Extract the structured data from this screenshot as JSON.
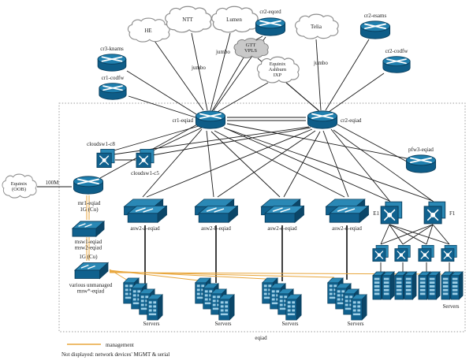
{
  "nodes": {
    "he": "HE",
    "ntt": "NTT",
    "lumen": "Lumen",
    "telia": "Telia",
    "gtt": [
      "GTT",
      "VPLS"
    ],
    "equinix_ixp": [
      "Equinix",
      "Ashburn",
      "IXP"
    ],
    "equinix_oob": [
      "Equinix",
      "(OOB)"
    ],
    "cr2_eqord": "cr2-eqord",
    "cr2_esams": "cr2-esams",
    "cr3_knams": "cr3-knams",
    "cr1_codfw": "cr1-codfw",
    "cr2_codfw": "cr2-codfw",
    "cr1_eqiad": "cr1-eqiad",
    "cr2_eqiad": "cr2-eqiad",
    "cloudsw1_c8": "cloudsw1-c8",
    "cloudsw1_c5": "cloudsw1-c5",
    "pfw3_eqiad": "pfw3-eqiad",
    "mr1_eqiad": [
      "mr1-eqiad",
      "1G (Cu)"
    ],
    "msw": [
      "msw1-eqiad",
      "msw2-eqiad",
      "1G (Cu)"
    ],
    "unmanaged_msw": [
      "various unmanaged",
      "msw*-eqiad"
    ],
    "asw": [
      "asw2-a-eqiad",
      "asw2-b-eqiad",
      "asw2-c-eqiad",
      "asw2-d-eqiad"
    ],
    "e1": "E1",
    "f1": "F1",
    "servers": [
      "Servers",
      "Servers",
      "Servers",
      "Servers",
      "Servers"
    ]
  },
  "link_labels": {
    "jumbo_ntt": "jumbo",
    "jumbo_lumen": "jumbo",
    "jumbo_telia": "jumbo",
    "oob": "100M"
  },
  "box_label": "eqiad",
  "legend": {
    "management": "management",
    "note": "Not displayed: network devices' MGMT & serial"
  },
  "colors": {
    "device": "#11618e",
    "device_light": "#2a88b5",
    "device_dark": "#0b4668",
    "mgmt": "#e8a63c",
    "line": "#1a1a1a"
  }
}
